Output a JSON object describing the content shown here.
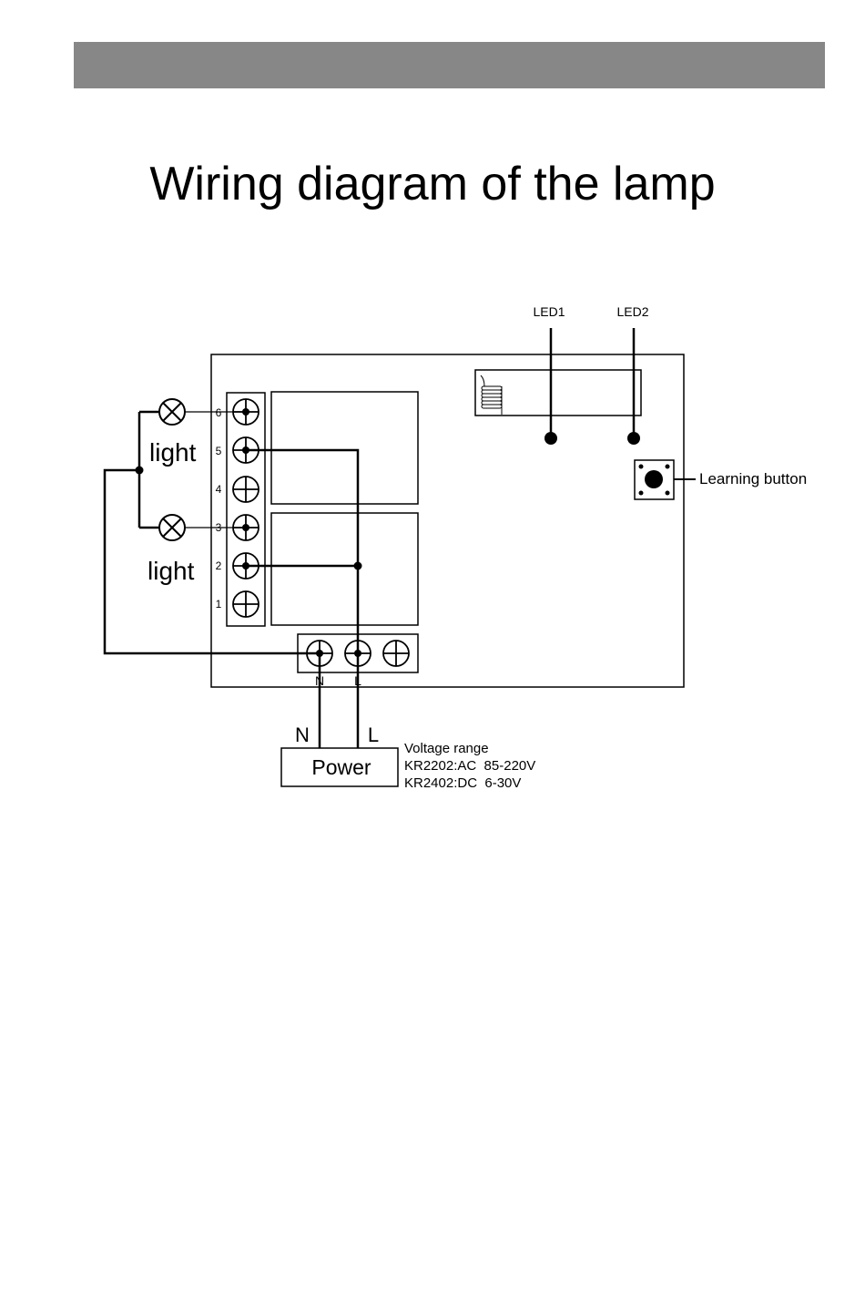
{
  "header": {
    "band_color": "#878787"
  },
  "title": "Wiring diagram of the lamp",
  "diagram": {
    "leds": [
      "LED1",
      "LED2"
    ],
    "learning_button": "Learning button",
    "terminals_top": [
      "6",
      "5",
      "4",
      "3",
      "2",
      "1"
    ],
    "lights": [
      "light",
      "light"
    ],
    "bottom_terminal_marks": [
      "N",
      "L"
    ],
    "power_leads": [
      "N",
      "L"
    ],
    "power_label": "Power",
    "voltage": {
      "heading": "Voltage range",
      "line1": "KR2202:AC  85-220V",
      "line2": "KR2402:DC  6-30V"
    }
  }
}
